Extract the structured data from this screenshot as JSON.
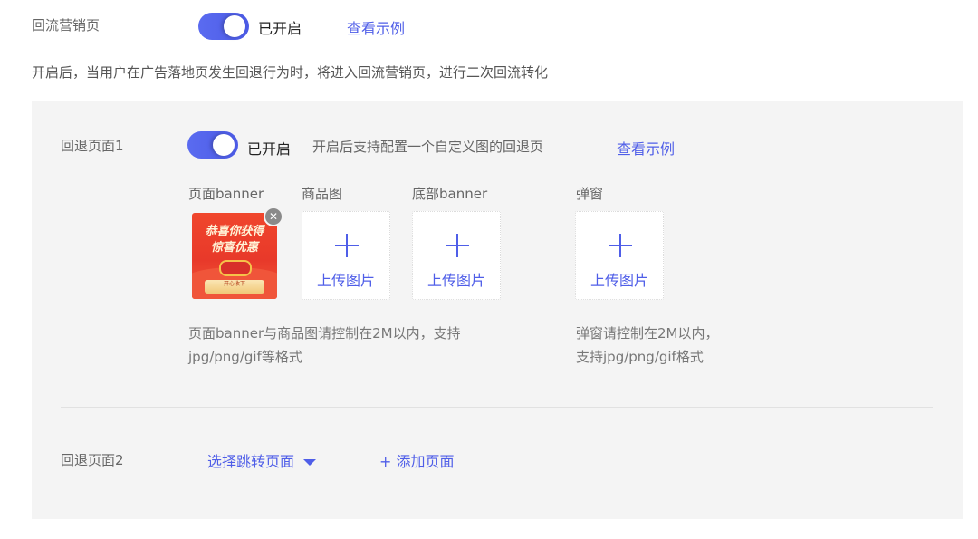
{
  "header": {
    "label": "回流营销页",
    "toggle_on": true,
    "status": "已开启",
    "example_link": "查看示例",
    "description": "开启后，当用户在广告落地页发生回退行为时，将进入回流营销页，进行二次回流转化"
  },
  "page1": {
    "label": "回退页面1",
    "toggle_on": true,
    "status": "已开启",
    "note": "开启后支持配置一个自定义图的回退页",
    "example_link": "查看示例",
    "slots": [
      {
        "label": "页面banner",
        "uploaded": true,
        "image": {
          "line1": "恭喜你获得",
          "line2": "惊喜优惠",
          "button": "开心收下"
        },
        "remove_icon": "close-icon"
      },
      {
        "label": "商品图",
        "uploaded": false,
        "upload_label": "上传图片",
        "icon": "plus-icon"
      },
      {
        "label": "底部banner",
        "uploaded": false,
        "upload_label": "上传图片",
        "icon": "plus-icon"
      },
      {
        "label": "弹窗",
        "uploaded": false,
        "upload_label": "上传图片",
        "icon": "plus-icon"
      }
    ],
    "hint_left": [
      "页面banner与商品图请控制在2M以内，支持",
      "jpg/png/gif等格式"
    ],
    "hint_right": [
      "弹窗请控制在2M以内，",
      "支持jpg/png/gif格式"
    ]
  },
  "page2": {
    "label": "回退页面2",
    "select_label": "选择跳转页面",
    "select_icon": "caret-down-icon",
    "add_label": "+ 添加页面"
  },
  "colors": {
    "accent": "#4f5ee8",
    "panel_bg": "#f4f4f4",
    "label_text": "#666666"
  }
}
